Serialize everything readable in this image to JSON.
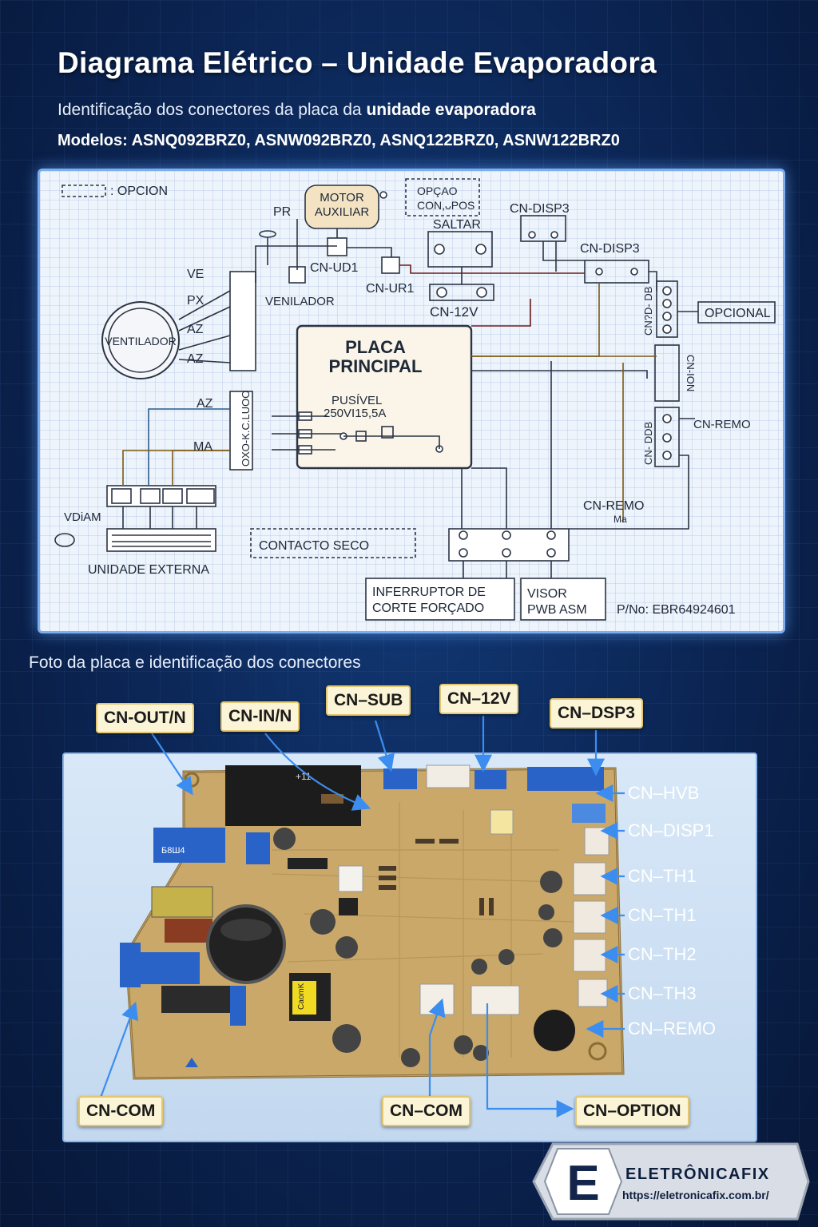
{
  "header": {
    "title": "Diagrama Elétrico – Unidade Evaporadora",
    "subtitle_prefix": "Identificação dos conectores da placa da",
    "subtitle_bold": "unidade evaporadora",
    "models": "Modelos: ASNQ092BRZ0, ASNW092BRZ0, ASNQ122BRZ0, ASNW122BRZ0"
  },
  "diagram": {
    "legend": ": OPCION",
    "motor_auxiliar": [
      "MOTOR",
      "AUXILIAR"
    ],
    "opcao_conj": [
      "OPÇAO",
      "CON,ᴗPOS"
    ],
    "pr": "PR",
    "saltar": "SALTAR",
    "cn_ud1": "CN-UD1",
    "cn_ur1": "CN-UR1",
    "cn_12v": "CN-12V",
    "cn_disp3_top": "CN-DISP3",
    "cn_disp3_mid": "CN-DISP3",
    "opcional": "OPCIONAL",
    "ve": "VE",
    "px": "PX",
    "az1": "AZ",
    "az2": "AZ",
    "ventilador_motor": "VENTILADOR",
    "ventilador_label": "VENILADOR",
    "placa_principal": [
      "PLACA",
      "PRINCIPAL"
    ],
    "pusivel": [
      "PUSÍVEL",
      "250VI15,5A"
    ],
    "az_wire": "AZ",
    "ma_wire": "MA",
    "out_conn": "OXO-K.C.LUOO",
    "vdiam": "VDiAM",
    "unidade_externa": "UNIDADE EXTERNA",
    "contacto_seco": "CONTACTO SECO",
    "cn_disp_right": "CN?D- DB",
    "cn_ion": "CN-ION",
    "cn_db": "CN- DDB",
    "cn_remo_right": "CN-REMO",
    "cn_remo_bottom": [
      "CN-REMO",
      "Ma"
    ],
    "interruptor": [
      "INFERRUPTOR DE",
      "CORTE FORÇADO"
    ],
    "visor": [
      "VISOR",
      "PWB ASM"
    ],
    "pn": "P/No:  EBR64924601"
  },
  "photo": {
    "caption": "Foto da placa e identificação dos conectores",
    "top_tags": [
      "CN-OUT/N",
      "CN-IN/N",
      "CN–SUB",
      "CN–12V",
      "CN–DSP3"
    ],
    "right_labels": [
      "CN–HVB",
      "CN–DISP1",
      "CN–TH1",
      "CN–TH1",
      "CN–TH2",
      "CN–TH3",
      "CN–REMO"
    ],
    "bottom_tags": [
      "CN-COM",
      "CN–COM",
      "CN–OPTION"
    ],
    "board_text": [
      "+11",
      "Б8Ш4",
      "CaomK"
    ]
  },
  "brand": {
    "letter": "E",
    "name": "ELETRÔNICAFIX",
    "url": "https://eletronicafix.com.br/"
  },
  "colors": {
    "background": "#0b2452",
    "diagram_panel": "#eef4fb",
    "tag_fill": "#fbf4d6",
    "tag_border": "#e3c66e",
    "arrow": "#3b8df0",
    "pcb": "#c9a86a",
    "connector_blue": "#2a63c8"
  }
}
